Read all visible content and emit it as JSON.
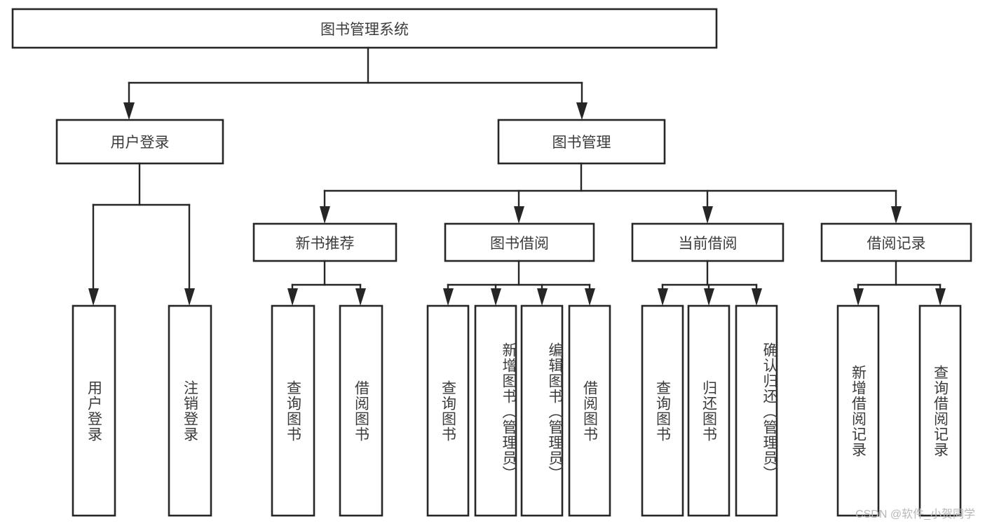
{
  "diagram": {
    "title": "图书管理系统",
    "watermark": "CSDN @软件_小贺同学",
    "type": "tree-hierarchy",
    "orientation": "top-down",
    "colors": {
      "background": "#ffffff",
      "box_fill": "#ffffff",
      "box_stroke": "#262626",
      "connector": "#262626",
      "text": "#3b3b3b",
      "watermark": "#b8b8b8"
    },
    "root": {
      "label": "图书管理系统",
      "text_direction": "horizontal"
    },
    "level1": [
      {
        "label": "用户登录",
        "text_direction": "horizontal"
      },
      {
        "label": "图书管理",
        "text_direction": "horizontal"
      }
    ],
    "level2": [
      {
        "label": "新书推荐",
        "text_direction": "horizontal"
      },
      {
        "label": "图书借阅",
        "text_direction": "horizontal"
      },
      {
        "label": "当前借阅",
        "text_direction": "horizontal"
      },
      {
        "label": "借阅记录",
        "text_direction": "horizontal"
      }
    ],
    "leaves": {
      "user_login": [
        {
          "label": "用户登录",
          "text_direction": "vertical"
        },
        {
          "label": "注销登录",
          "text_direction": "vertical"
        }
      ],
      "new_book_recommend": [
        {
          "label": "查询图书",
          "text_direction": "vertical"
        },
        {
          "label": "借阅图书",
          "text_direction": "vertical"
        }
      ],
      "book_borrow": [
        {
          "label": "查询图书",
          "text_direction": "vertical"
        },
        {
          "label": "新增图书（管理员）",
          "text_direction": "vertical"
        },
        {
          "label": "编辑图书（管理员）",
          "text_direction": "vertical"
        },
        {
          "label": "借阅图书",
          "text_direction": "vertical"
        }
      ],
      "current_borrow": [
        {
          "label": "查询图书",
          "text_direction": "vertical"
        },
        {
          "label": "归还图书",
          "text_direction": "vertical"
        },
        {
          "label": "确认归还（管理员）",
          "text_direction": "vertical"
        }
      ],
      "borrow_record": [
        {
          "label": "新增借阅记录",
          "text_direction": "vertical"
        },
        {
          "label": "查询借阅记录",
          "text_direction": "vertical"
        }
      ]
    }
  }
}
